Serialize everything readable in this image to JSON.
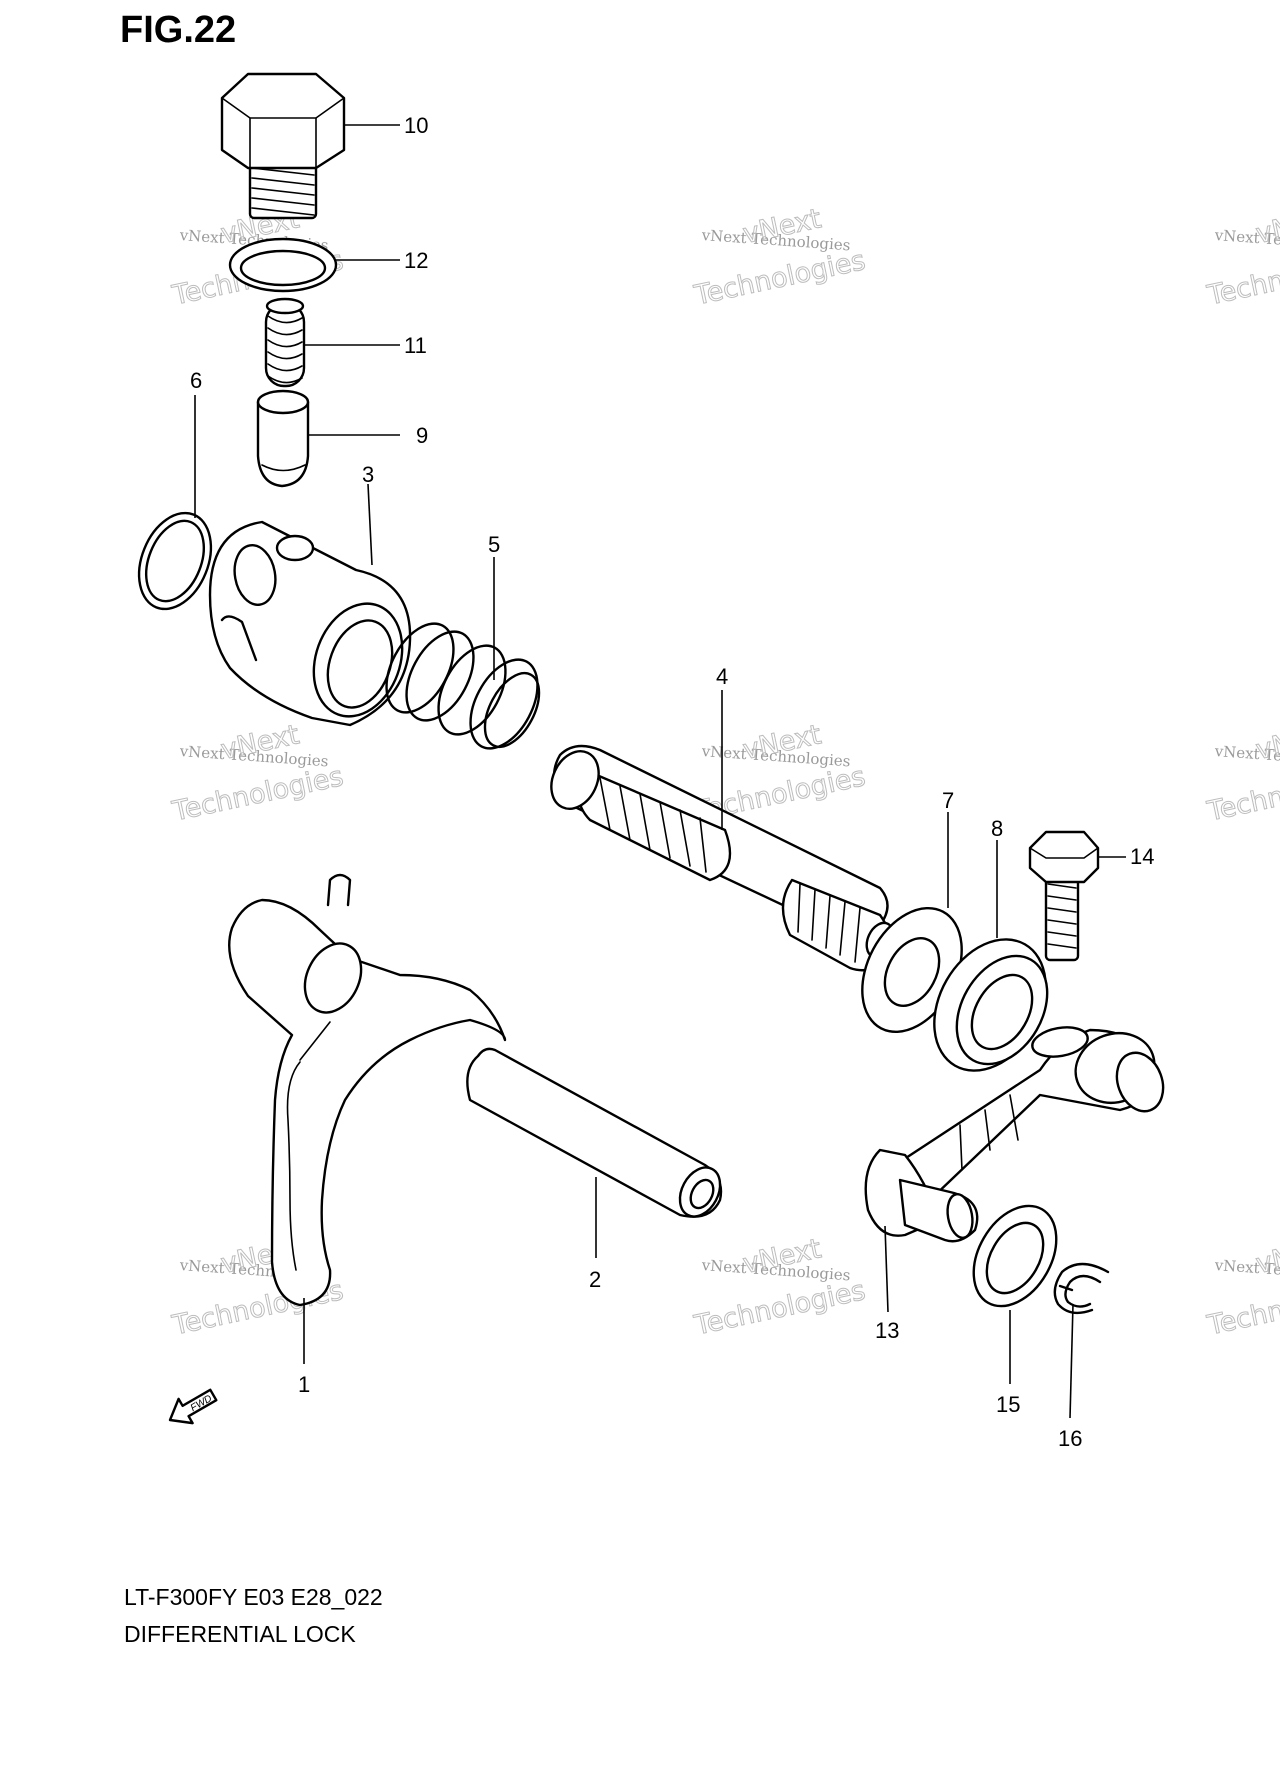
{
  "figure": {
    "title": "FIG.22",
    "model_code": "LT-F300FY E03 E28_022",
    "caption": "DIFFERENTIAL LOCK",
    "direction_label": "FWD"
  },
  "watermark": {
    "line1": "vNext Technologies",
    "line2": "Technologies",
    "line3": "vNext"
  },
  "callouts": [
    {
      "id": "1",
      "label": "1"
    },
    {
      "id": "2",
      "label": "2"
    },
    {
      "id": "3",
      "label": "3"
    },
    {
      "id": "4",
      "label": "4"
    },
    {
      "id": "5",
      "label": "5"
    },
    {
      "id": "6",
      "label": "6"
    },
    {
      "id": "7",
      "label": "7"
    },
    {
      "id": "8",
      "label": "8"
    },
    {
      "id": "9",
      "label": "9"
    },
    {
      "id": "10",
      "label": "10"
    },
    {
      "id": "11",
      "label": "11"
    },
    {
      "id": "12",
      "label": "12"
    },
    {
      "id": "13",
      "label": "13"
    },
    {
      "id": "14",
      "label": "14"
    },
    {
      "id": "15",
      "label": "15"
    },
    {
      "id": "16",
      "label": "16"
    }
  ],
  "colors": {
    "line": "#000000",
    "background": "#ffffff",
    "watermark": "#9a9a9a"
  }
}
